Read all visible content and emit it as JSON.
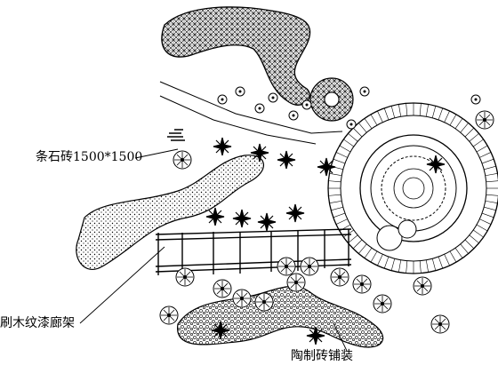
{
  "callouts": {
    "stone_paving": "条石砖1500*1500",
    "pergola": "刷木纹漆廊架",
    "ceramic_paving": "陶制砖铺装"
  },
  "colors": {
    "line": "#000000",
    "background": "#ffffff"
  },
  "icons": [
    "tree-symbol",
    "shrub-star-symbol",
    "hatch-planting-bed",
    "dotted-planting-bed",
    "circular-plaza",
    "pergola-grid"
  ]
}
